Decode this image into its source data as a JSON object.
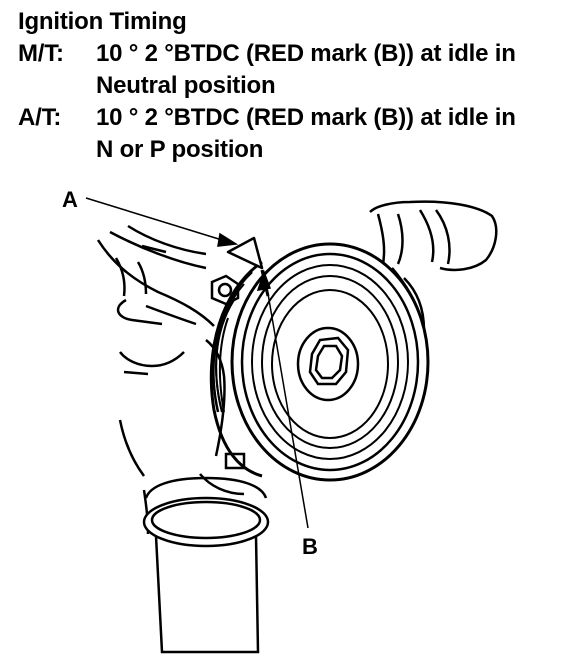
{
  "heading": "Ignition Timing",
  "specs": [
    {
      "label": "M/T:",
      "line1": "10 °   2 °BTDC (RED mark (B)) at idle in",
      "line2": "Neutral position"
    },
    {
      "label": "A/T:",
      "line1": "10 °   2 °BTDC (RED mark (B)) at idle in",
      "line2": "N or P position"
    }
  ],
  "callouts": {
    "a": "A",
    "b": "B"
  }
}
